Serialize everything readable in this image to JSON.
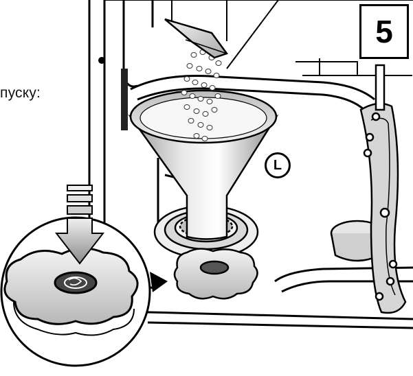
{
  "instruction_fragment": "пуску:",
  "step_number": "5",
  "marker_letter": "L"
}
